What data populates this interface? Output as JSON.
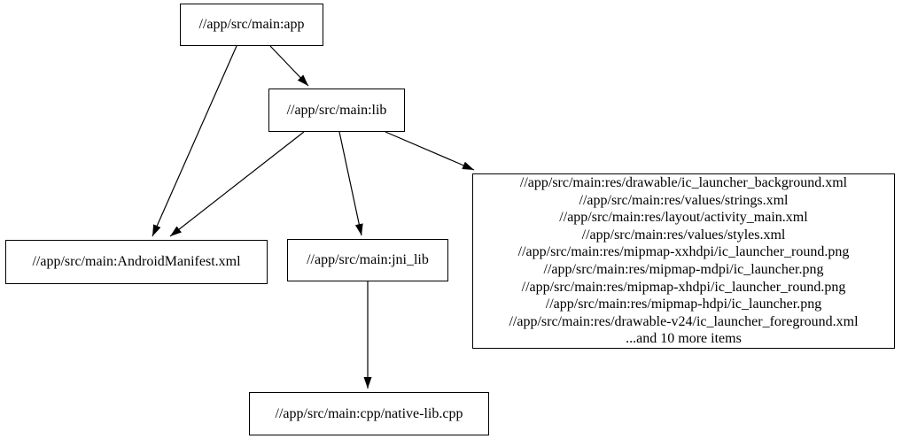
{
  "diagram": {
    "type": "dependency-graph",
    "background_color": "#ffffff",
    "node_fill_color": "#ffffff",
    "node_border_color": "#000000",
    "edge_color": "#000000",
    "text_color": "#000000",
    "nodes": {
      "app": {
        "label": "//app/src/main:app"
      },
      "lib": {
        "label": "//app/src/main:lib"
      },
      "manifest": {
        "label": "//app/src/main:AndroidManifest.xml"
      },
      "jni_lib": {
        "label": "//app/src/main:jni_lib"
      },
      "native_lib": {
        "label": "//app/src/main:cpp/native-lib.cpp"
      },
      "resources": {
        "lines": [
          "//app/src/main:res/drawable/ic_launcher_background.xml",
          "//app/src/main:res/values/strings.xml",
          "//app/src/main:res/layout/activity_main.xml",
          "//app/src/main:res/values/styles.xml",
          "//app/src/main:res/mipmap-xxhdpi/ic_launcher_round.png",
          "//app/src/main:res/mipmap-mdpi/ic_launcher.png",
          "//app/src/main:res/mipmap-xhdpi/ic_launcher_round.png",
          "//app/src/main:res/mipmap-hdpi/ic_launcher.png",
          "//app/src/main:res/drawable-v24/ic_launcher_foreground.xml",
          "...and 10 more items"
        ]
      }
    },
    "edges": [
      {
        "from": "app",
        "to": "manifest"
      },
      {
        "from": "app",
        "to": "lib"
      },
      {
        "from": "lib",
        "to": "manifest"
      },
      {
        "from": "lib",
        "to": "jni_lib"
      },
      {
        "from": "lib",
        "to": "resources"
      },
      {
        "from": "jni_lib",
        "to": "native_lib"
      }
    ]
  }
}
